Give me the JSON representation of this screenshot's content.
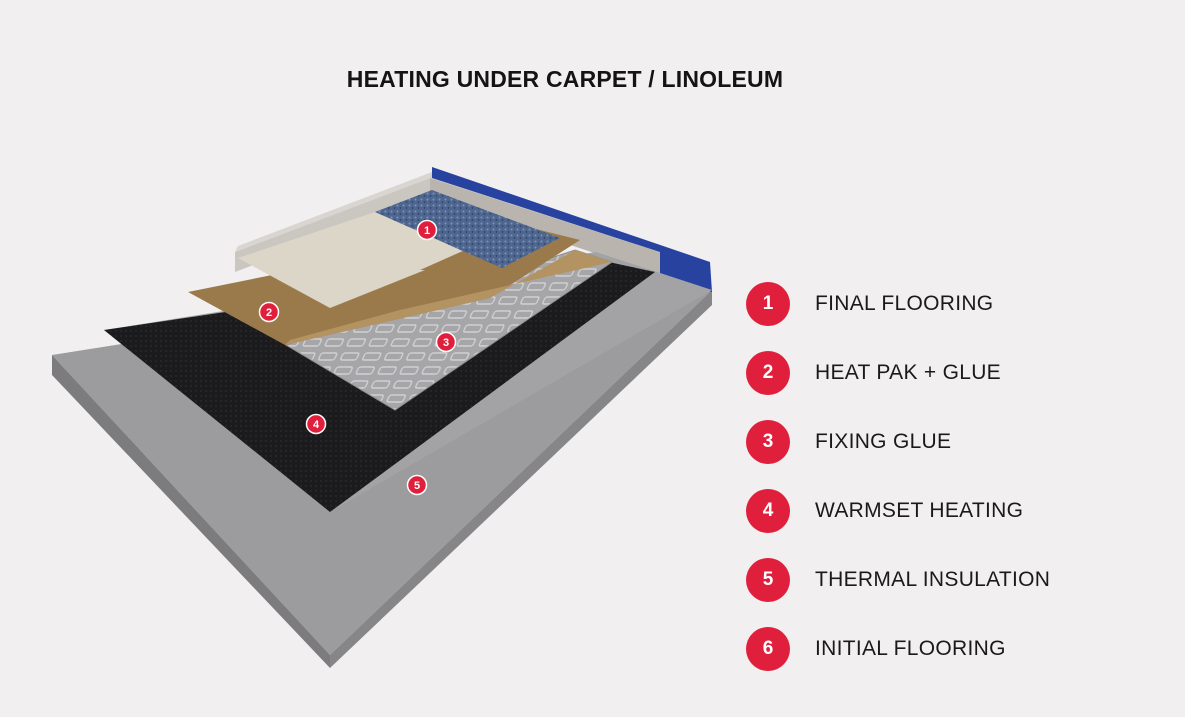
{
  "title": "HEATING UNDER CARPET / LINOLEUM",
  "colors": {
    "accent": "#e01f3d",
    "background": "#f1eff0",
    "concrete": "#9c9c9e",
    "heating_mat": "#1b1b1d",
    "insulation_board": "#a0a0a2",
    "heat_pak": "#9a7a4a",
    "carpet": "#4f6790",
    "wall_trim": "#2842a0"
  },
  "diagram_markers": [
    {
      "number": "1",
      "layer": "final-flooring"
    },
    {
      "number": "2",
      "layer": "heat-pak-glue"
    },
    {
      "number": "3",
      "layer": "fixing-glue"
    },
    {
      "number": "4",
      "layer": "warmset-heating"
    },
    {
      "number": "5",
      "layer": "thermal-insulation"
    }
  ],
  "legend": [
    {
      "number": "1",
      "label": "FINAL FLOORING"
    },
    {
      "number": "2",
      "label": "HEAT PAK + GLUE"
    },
    {
      "number": "3",
      "label": "FIXING GLUE"
    },
    {
      "number": "4",
      "label": "WARMSET HEATING"
    },
    {
      "number": "5",
      "label": "THERMAL INSULATION"
    },
    {
      "number": "6",
      "label": "INITIAL FLOORING"
    }
  ]
}
